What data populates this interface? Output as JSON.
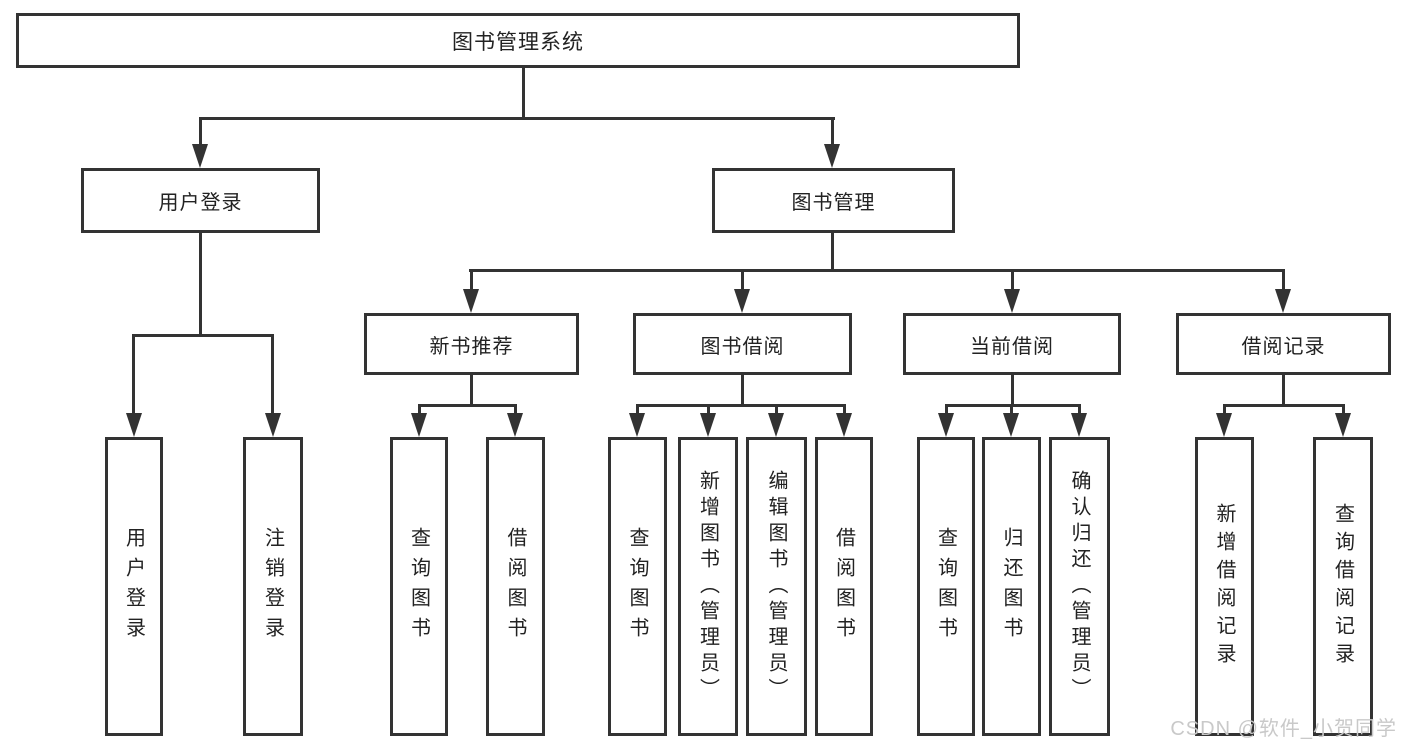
{
  "diagram": {
    "nodes": {
      "root": "图书管理系统",
      "user_login": "用户登录",
      "book_mgmt": "图书管理",
      "new_books": "新书推荐",
      "book_borrow": "图书借阅",
      "current_borrow": "当前借阅",
      "borrow_records": "借阅记录"
    },
    "leaves": {
      "user_login": [
        "用户登录",
        "注销登录"
      ],
      "new_books": [
        "查询图书",
        "借阅图书"
      ],
      "book_borrow": [
        "查询图书",
        "新增图书（管理员）",
        "编辑图书（管理员）",
        "借阅图书"
      ],
      "current_borrow": [
        "查询图书",
        "归还图书",
        "确认归还（管理员）"
      ],
      "borrow_records": [
        "新增借阅记录",
        "查询借阅记录"
      ]
    },
    "watermark": "CSDN @软件_小贺同学",
    "colors": {
      "line": "#333333",
      "text": "#222222",
      "watermark": "#c9c9c9",
      "background": "#ffffff"
    }
  }
}
